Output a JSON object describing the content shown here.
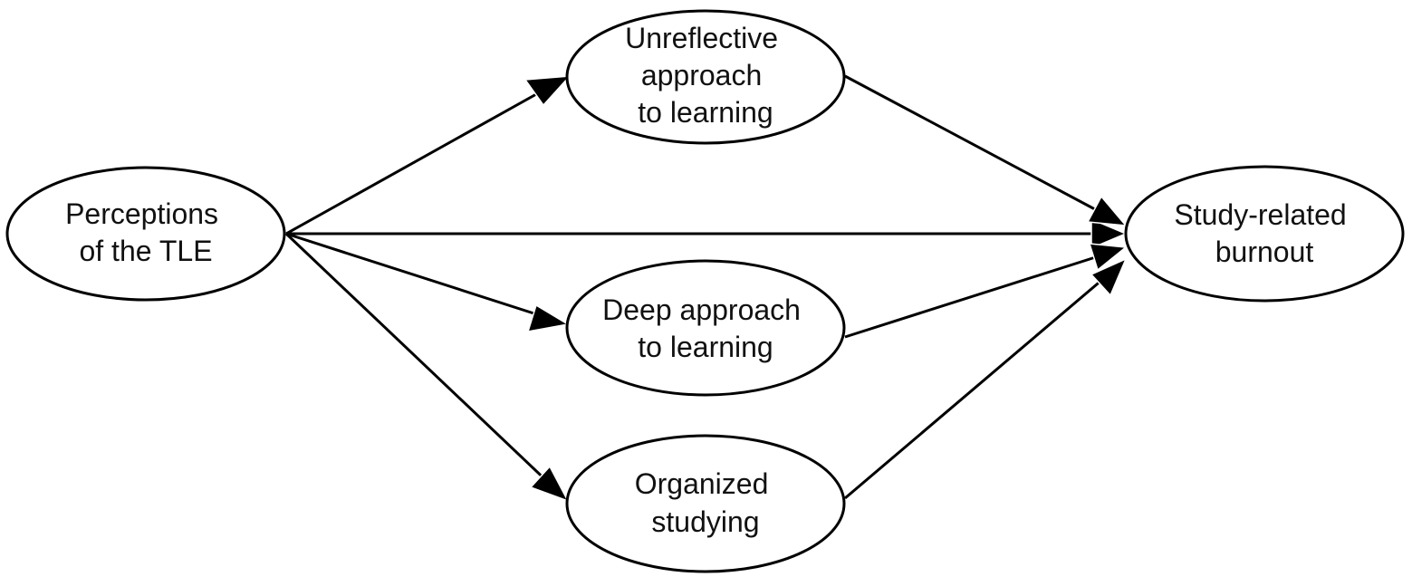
{
  "nodes": {
    "tle": {
      "lines": [
        "Perceptions",
        "of the TLE"
      ]
    },
    "unreflective": {
      "lines": [
        "Unreflective",
        "approach",
        "to learning"
      ]
    },
    "deep": {
      "lines": [
        "Deep approach",
        "to learning"
      ]
    },
    "organized": {
      "lines": [
        "Organized",
        "studying"
      ]
    },
    "burnout": {
      "lines": [
        "Study-related",
        "burnout"
      ]
    }
  },
  "edges": [
    {
      "from": "tle",
      "to": "unreflective"
    },
    {
      "from": "tle",
      "to": "burnout"
    },
    {
      "from": "tle",
      "to": "deep"
    },
    {
      "from": "tle",
      "to": "organized"
    },
    {
      "from": "unreflective",
      "to": "burnout"
    },
    {
      "from": "deep",
      "to": "burnout"
    },
    {
      "from": "organized",
      "to": "burnout"
    }
  ],
  "colors": {
    "stroke": "#000000",
    "fill": "#ffffff",
    "text": "#111111"
  }
}
